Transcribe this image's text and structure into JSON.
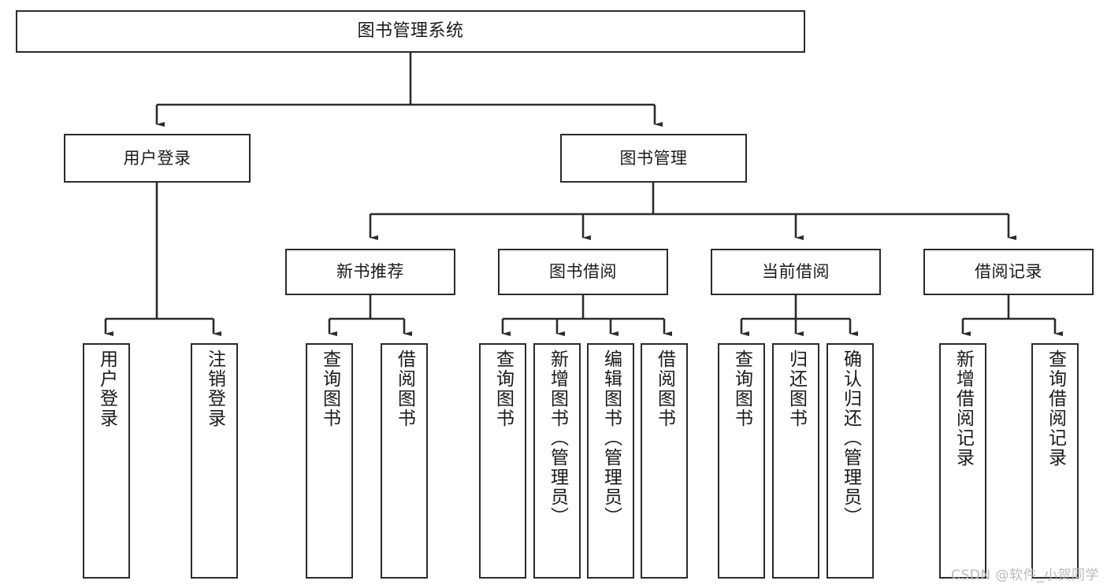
{
  "diagram": {
    "title": "图书管理系统",
    "type": "functional-structure-tree",
    "watermark": "CSDN @软件_小贺同学",
    "colors": {
      "stroke": "#2b2b2b",
      "fill": "#ffffff",
      "text": "#1a1a1a",
      "watermark": "#b9b9b9"
    },
    "root": {
      "label": "图书管理系统"
    },
    "level1": [
      {
        "label": "用户登录"
      },
      {
        "label": "图书管理"
      }
    ],
    "level2": [
      {
        "label": "新书推荐"
      },
      {
        "label": "图书借阅"
      },
      {
        "label": "当前借阅"
      },
      {
        "label": "借阅记录"
      }
    ],
    "leaves": {
      "user_login": [
        {
          "label": "用户登录"
        },
        {
          "label": "注销登录"
        }
      ],
      "new_book_recommend": [
        {
          "label": "查询图书"
        },
        {
          "label": "借阅图书"
        }
      ],
      "book_borrow": [
        {
          "label": "查询图书"
        },
        {
          "label": "新增图书（管理员）"
        },
        {
          "label": "编辑图书（管理员）"
        },
        {
          "label": "借阅图书"
        }
      ],
      "current_borrow": [
        {
          "label": "查询图书"
        },
        {
          "label": "归还图书"
        },
        {
          "label": "确认归还（管理员）"
        }
      ],
      "borrow_record": [
        {
          "label": "新增借阅记录"
        },
        {
          "label": "查询借阅记录"
        }
      ]
    }
  }
}
